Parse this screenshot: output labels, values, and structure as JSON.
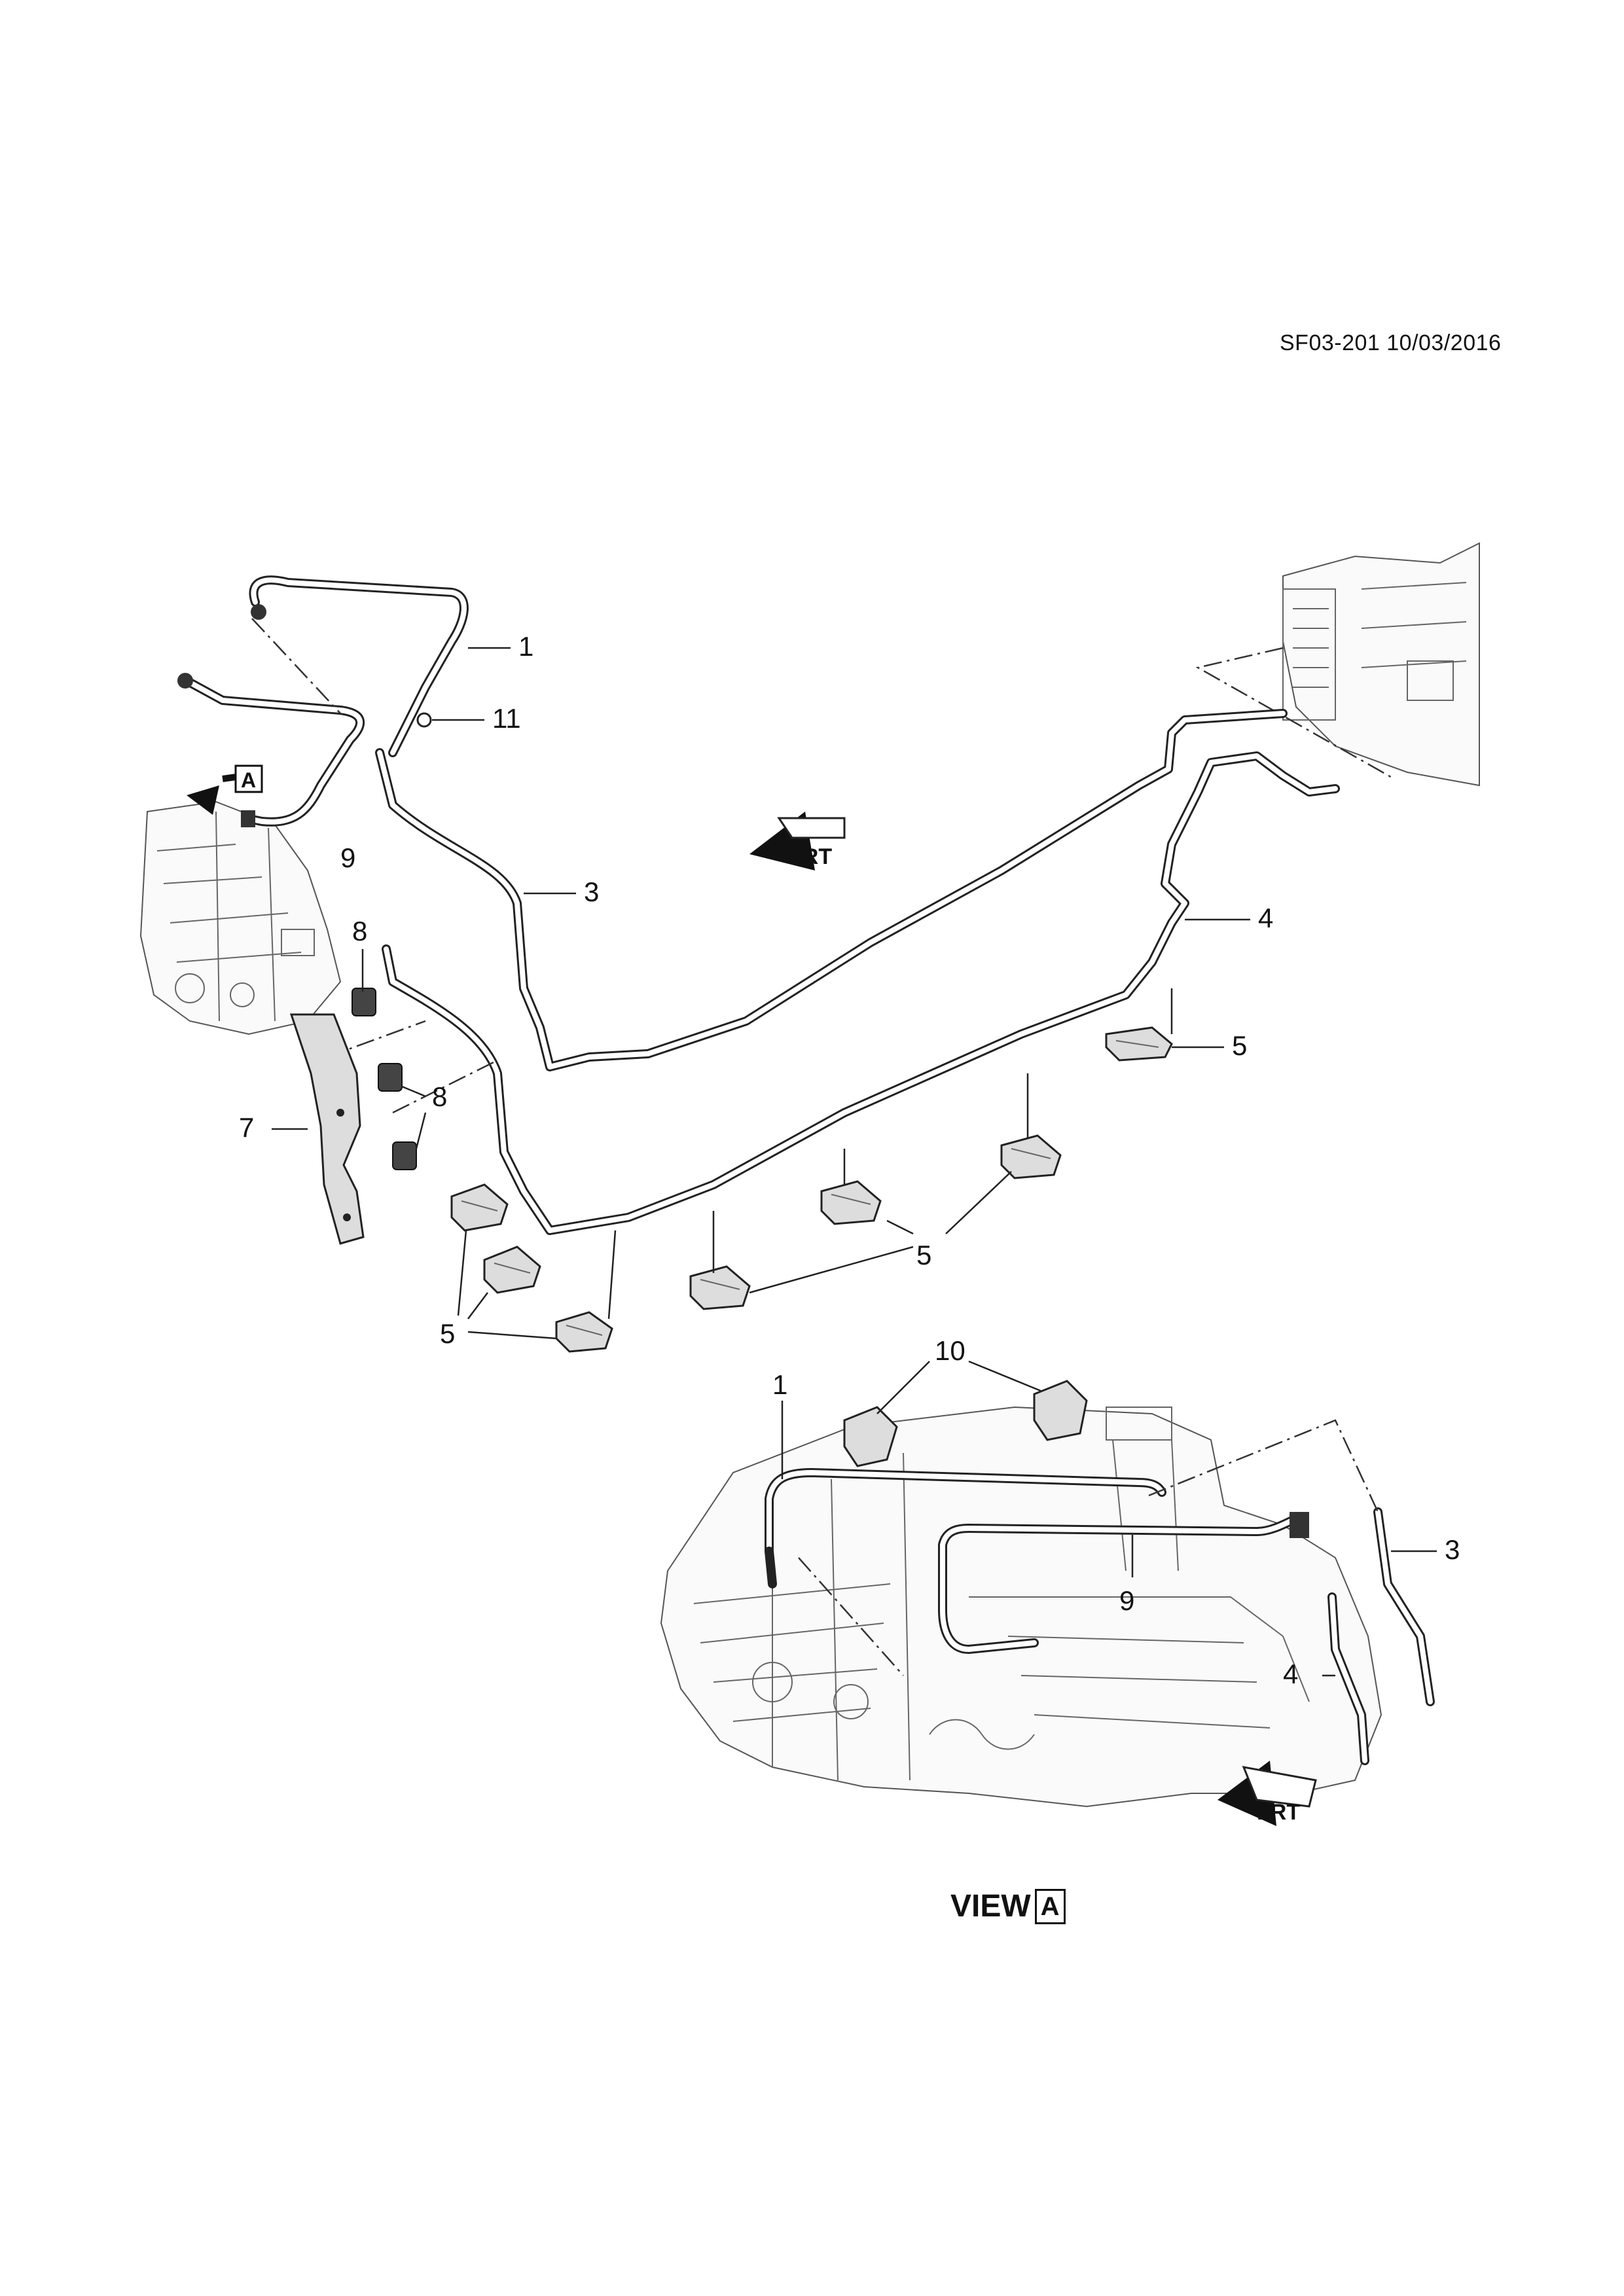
{
  "header": {
    "doc_id": "SF03-201 10/03/2016"
  },
  "callouts": {
    "c1_top": "1",
    "c11": "11",
    "c9_top": "9",
    "c3_top": "3",
    "c4_top": "4",
    "c5_right": "5",
    "c8_a": "8",
    "c8_b": "8",
    "c7": "7",
    "c5_mid": "5",
    "c5_left": "5",
    "c10": "10",
    "c1_view": "1",
    "c3_view": "3",
    "c9_view": "9",
    "c4_view": "4"
  },
  "view_marker": {
    "letter": "A"
  },
  "direction_labels": {
    "front_top": "FRT",
    "front_view": "FRT"
  },
  "view_caption": {
    "word": "VIEW",
    "letter": "A"
  }
}
